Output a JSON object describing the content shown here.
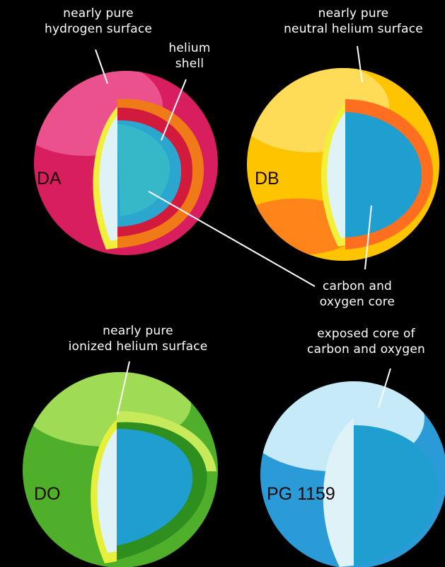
{
  "labels": {
    "da_surface": "nearly pure\nhydrogen surface",
    "da_shell": "helium\nshell",
    "db_surface": "nearly pure\nneutral helium surface",
    "core": "carbon and\noxygen core",
    "do_surface": "nearly pure\nionized helium surface",
    "pg_surface": "exposed core of\ncarbon and oxygen"
  },
  "types": {
    "da": "DA",
    "db": "DB",
    "do": "DO",
    "pg": "PG 1159"
  },
  "colors": {
    "background": "#000000",
    "da_outer": "#d81e5e",
    "da_outer_light": "#ee5a95",
    "da_shell": "#f07a18",
    "db_outer": "#ffc400",
    "db_outer_light": "#ffe066",
    "db_shell": "#ff6f1f",
    "do_outer": "#4faf2a",
    "do_outer_light": "#a8e05a",
    "do_shell": "#2e8f1f",
    "pg_outer": "#2a9bd6",
    "pg_outer_light": "#cfeefa",
    "core": "#1f9fd0",
    "core_alt": "#35c0c8",
    "inner_face": "#dff2f8",
    "yellow_band": "#f2f03a"
  }
}
